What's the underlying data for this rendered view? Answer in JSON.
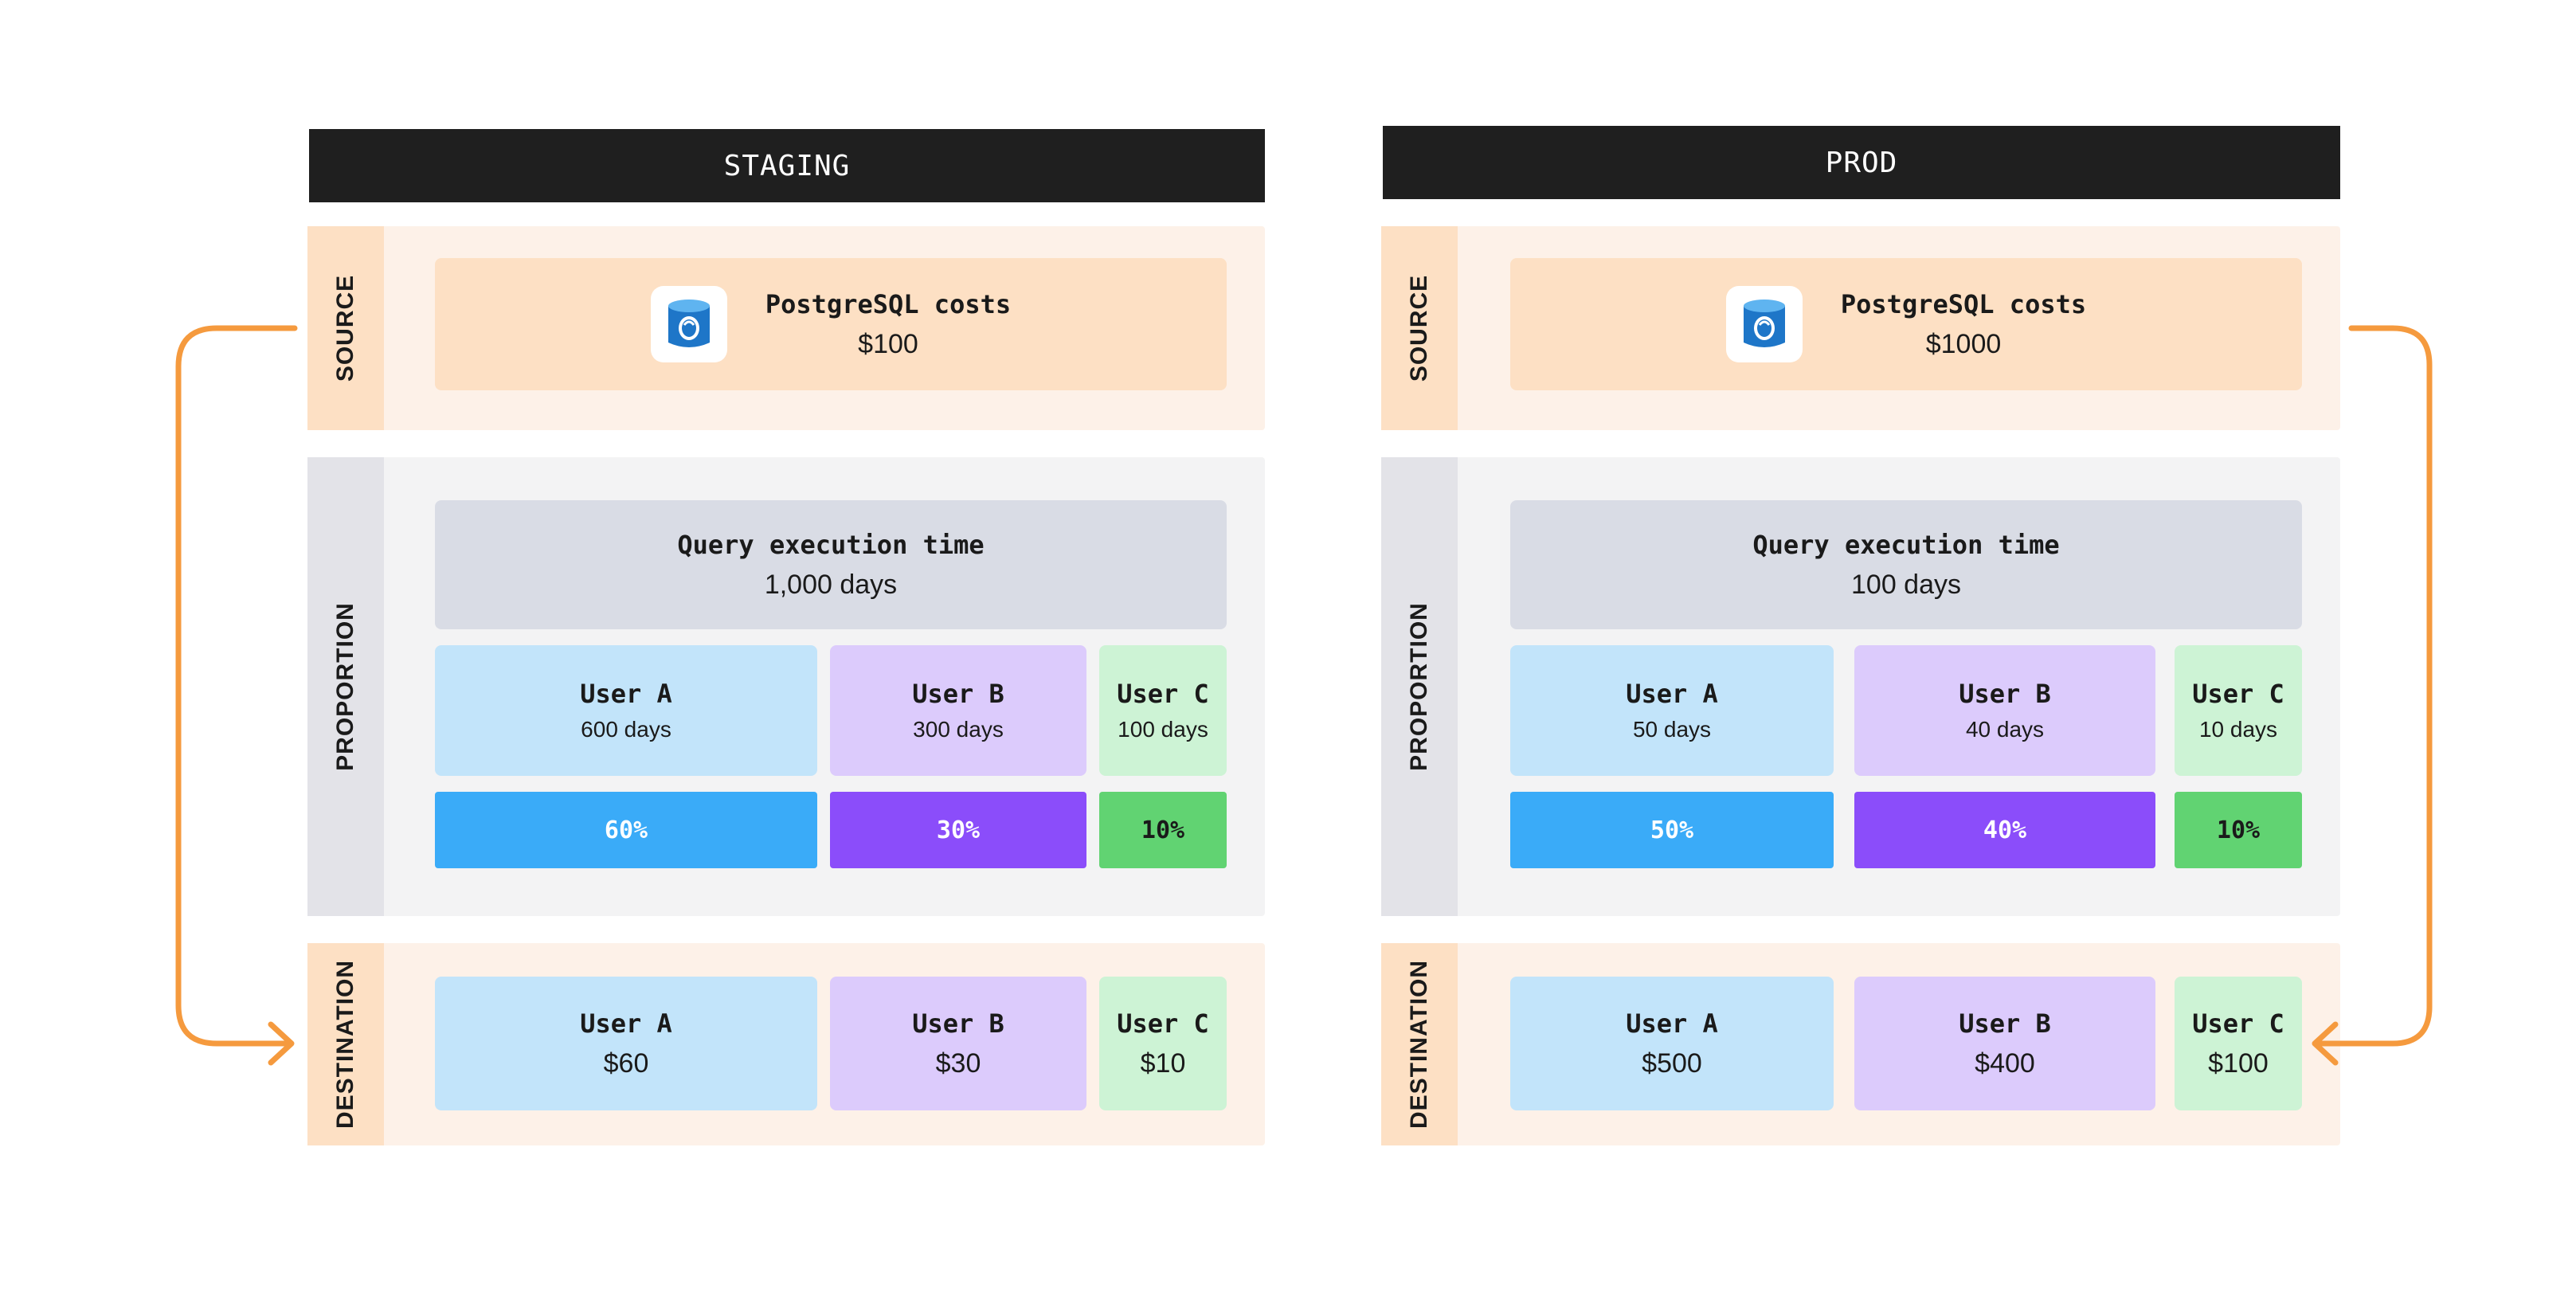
{
  "colors": {
    "header_bg": "#1f1f1f",
    "source_bg": "#fdf1e8",
    "source_card": "#fde0c4",
    "source_label": "#fde0c4",
    "proportion_bg": "#f3f3f4",
    "proportion_label": "#e3e3e8",
    "query_card": "#d9dce5",
    "user_a_light": "#c2e4fa",
    "user_b_light": "#dccbfc",
    "user_c_light": "#cdf3d5",
    "user_a_bar": "#3aabf8",
    "user_b_bar": "#8b4dfa",
    "user_c_bar": "#61d372",
    "arrow": "#f59a3e"
  },
  "staging": {
    "title": "STAGING",
    "source_label": "SOURCE",
    "proportion_label": "PROPORTION",
    "destination_label": "DESTINATION",
    "source": {
      "icon": "postgresql-icon",
      "title": "PostgreSQL costs",
      "value": "$100"
    },
    "query": {
      "title": "Query execution time",
      "value": "1,000 days"
    },
    "users": [
      {
        "name": "User A",
        "days": "600 days",
        "pct": "60%",
        "cost": "$60"
      },
      {
        "name": "User B",
        "days": "300 days",
        "pct": "30%",
        "cost": "$30"
      },
      {
        "name": "User C",
        "days": "100 days",
        "pct": "10%",
        "cost": "$10"
      }
    ]
  },
  "prod": {
    "title": "PROD",
    "source_label": "SOURCE",
    "proportion_label": "PROPORTION",
    "destination_label": "DESTINATION",
    "source": {
      "icon": "postgresql-icon",
      "title": "PostgreSQL costs",
      "value": "$1000"
    },
    "query": {
      "title": "Query execution time",
      "value": "100 days"
    },
    "users": [
      {
        "name": "User A",
        "days": "50 days",
        "pct": "50%",
        "cost": "$500"
      },
      {
        "name": "User B",
        "days": "40 days",
        "pct": "40%",
        "cost": "$400"
      },
      {
        "name": "User C",
        "days": "10 days",
        "pct": "10%",
        "cost": "$100"
      }
    ]
  }
}
